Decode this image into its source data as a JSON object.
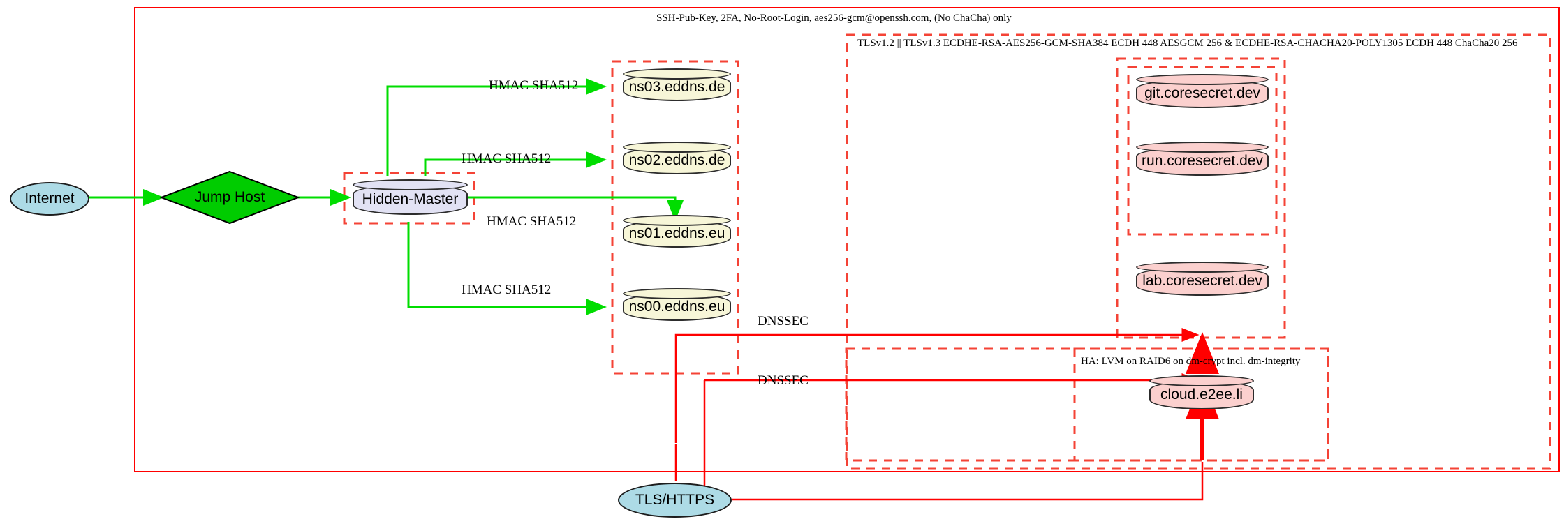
{
  "diagram": {
    "title_label": "SSH-Pub-Key, 2FA, No-Root-Login, aes256-gcm@openssh.com, (No ChaCha) only",
    "zones": {
      "outer_ssh": "SSH-Pub-Key, 2FA, No-Root-Login, aes256-gcm@openssh.com, (No ChaCha) only",
      "tls": "TLSv1.2 || TLSv1.3 ECDHE-RSA-AES256-GCM-SHA384 ECDH 448 AESGCM 256 & ECDHE-RSA-CHACHA20-POLY1305 ECDH 448 ChaCha20 256",
      "ha": "HA: LVM on RAID6 on dm-crypt incl. dm-integrity"
    },
    "nodes": {
      "internet": "Internet",
      "jump_host": "Jump Host",
      "hidden_master": "Hidden-Master",
      "tls_https": "TLS/HTTPS",
      "ns03": "ns03.eddns.de",
      "ns02": "ns02.eddns.de",
      "ns01": "ns01.eddns.eu",
      "ns00": "ns00.eddns.eu",
      "git": "git.coresecret.dev",
      "run": "run.coresecret.dev",
      "lab": "lab.coresecret.dev",
      "cloud": "cloud.e2ee.li"
    },
    "edge_labels": {
      "hmac_ns03": "HMAC SHA512",
      "hmac_ns02": "HMAC SHA512",
      "hmac_ns01": "HMAC SHA512",
      "hmac_ns00": "HMAC SHA512",
      "dnssec_upper": "DNSSEC",
      "dnssec_lower": "DNSSEC"
    },
    "colors": {
      "frame_red": "#ff0000",
      "zone_dashed": "#f44336",
      "edge_green": "#00dd00",
      "edge_red": "#ff0000",
      "node_dns_fill": "#f7f6d8",
      "node_service_fill": "#fbd0ce",
      "node_master_fill": "#e2e2f4",
      "node_cloud_fill": "#addbe6",
      "node_jump_fill": "#00cc00"
    }
  }
}
